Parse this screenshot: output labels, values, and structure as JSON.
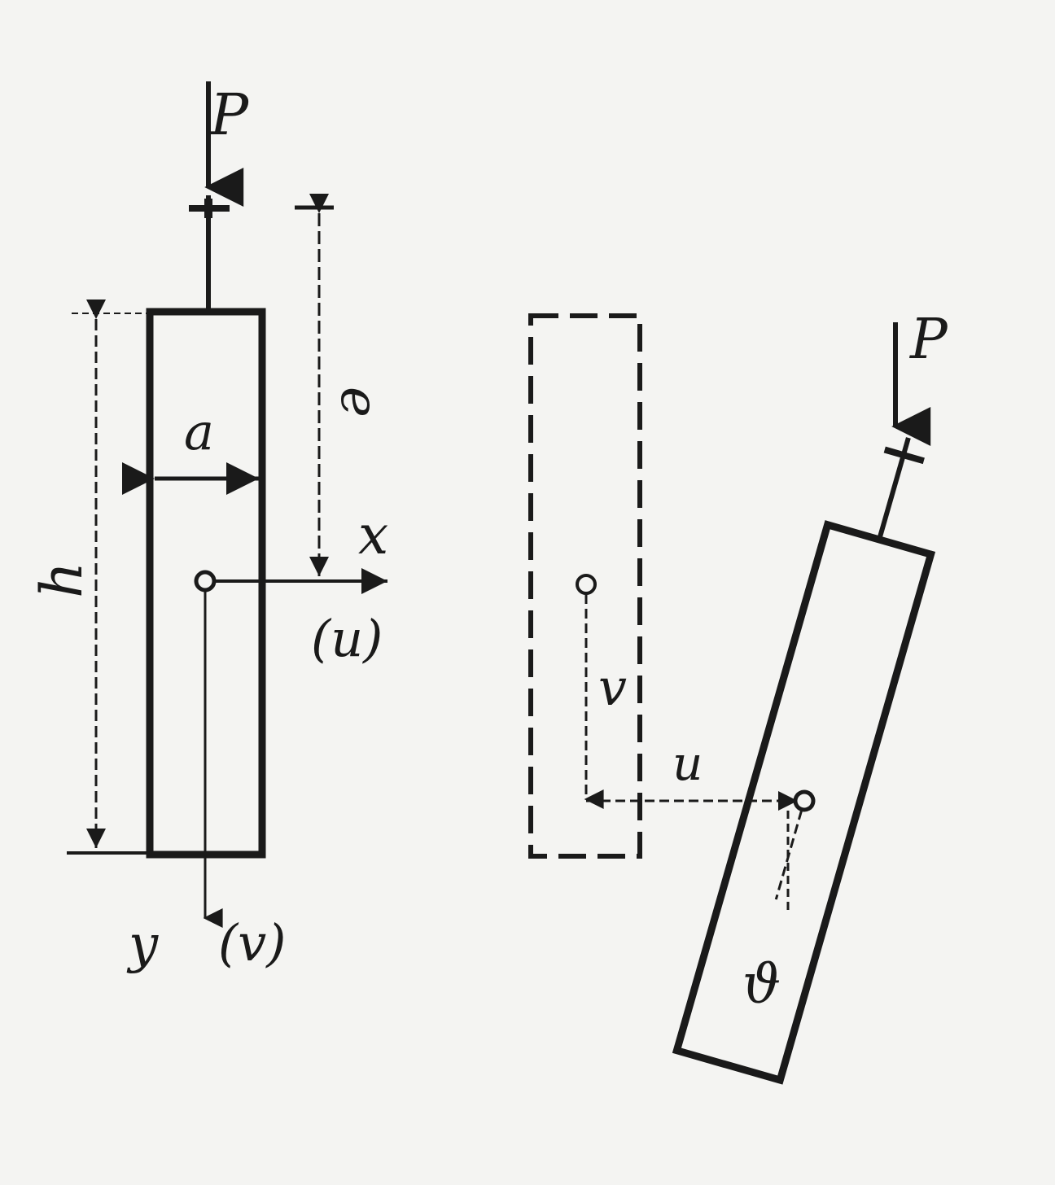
{
  "figure": {
    "left_panel": {
      "load_label": "P",
      "width_label": "a",
      "height_label": "h",
      "eccentricity_label": "e",
      "x_axis_label": "x",
      "u_label": "(u)",
      "y_axis_label": "y",
      "v_label": "(v)"
    },
    "right_panel": {
      "load_label": "P",
      "v_label": "v",
      "u_label": "u",
      "rotation_label": "ϑ"
    }
  }
}
